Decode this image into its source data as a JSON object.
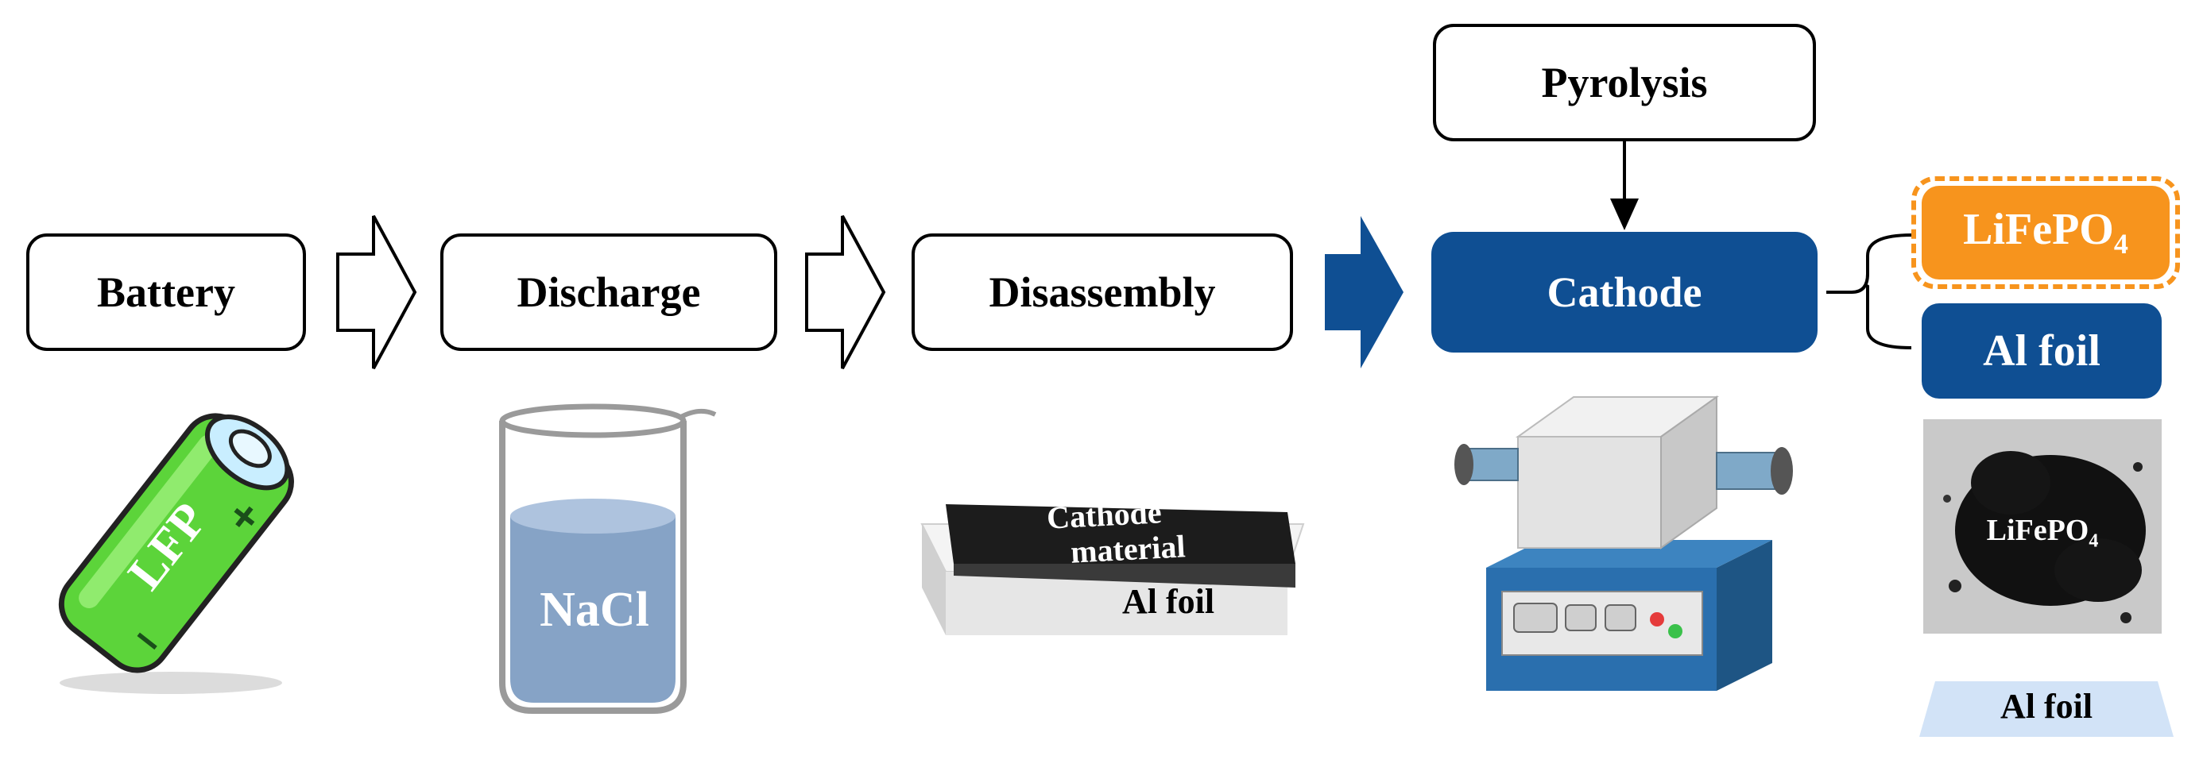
{
  "steps": {
    "battery": "Battery",
    "discharge": "Discharge",
    "disassembly": "Disassembly",
    "cathode": "Cathode",
    "pyrolysis": "Pyrolysis"
  },
  "products": {
    "lifepo4_main": "LiFePO",
    "lifepo4_sub": "4",
    "al_foil": "Al foil"
  },
  "illustrations": {
    "battery_label": "LFP",
    "beaker_label": "NaCl",
    "sheet_top": "Cathode",
    "sheet_bottom": "material",
    "sheet_foil": "Al foil",
    "powder_main": "LiFePO",
    "powder_sub": "4",
    "foil_label": "Al foil"
  },
  "colors": {
    "blue": "#0f4f93",
    "orange": "#f7941d",
    "green": "#5cd43a",
    "liquid": "#86a3c6"
  }
}
